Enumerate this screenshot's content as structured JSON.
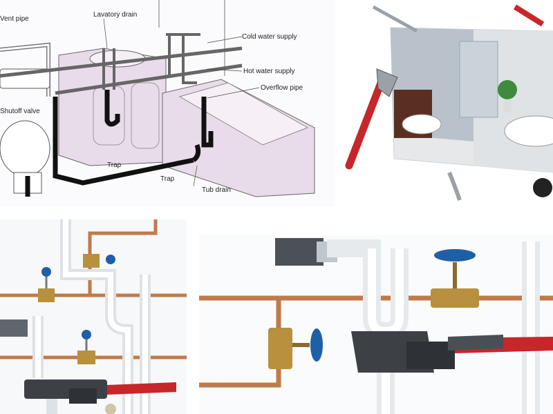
{
  "diagram": {
    "labels": {
      "vent_pipe": "Vent pipe",
      "lavatory_drain": "Lavatory drain",
      "cold_water_supply": "Cold water supply",
      "hot_water_supply": "Hot water supply",
      "overflow_pipe": "Overflow pipe",
      "shutoff_valve": "Shutoff valve",
      "trap_sink": "Trap",
      "trap_floor": "Trap",
      "tub_drain": "Tub drain"
    }
  },
  "colors": {
    "copper": "#c07a4a",
    "pvc": "#f2f4f6",
    "valve_handle": "#1f5fa8",
    "brass": "#b8903e",
    "wrench_red": "#c8262a",
    "wrench_dark": "#3d4146",
    "fixture_pink": "#e9dcea"
  },
  "icons": [
    "pipe-wrench-icon",
    "valve-icon",
    "toilet-icon",
    "bathtub-icon",
    "sink-icon"
  ]
}
